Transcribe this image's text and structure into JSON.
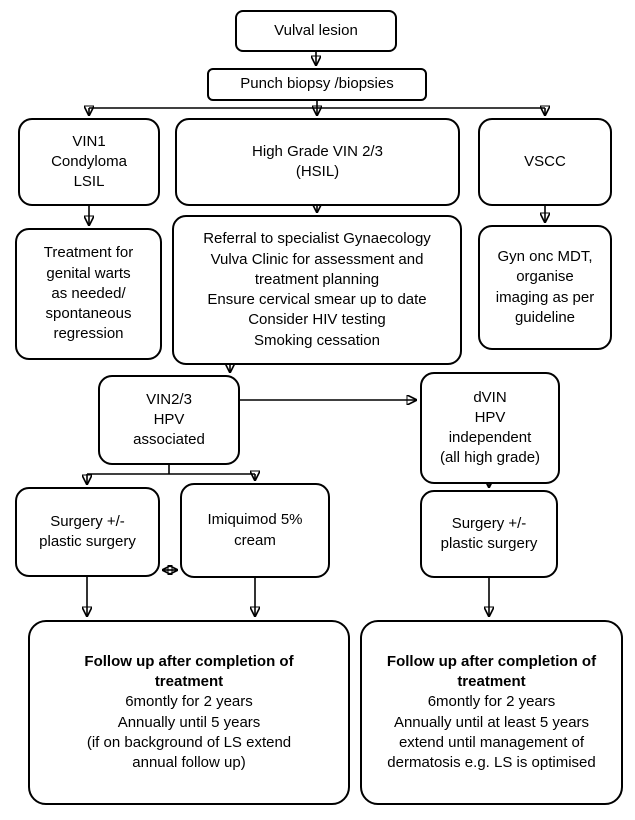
{
  "nodes": {
    "vulval_lesion": {
      "lines": [
        "Vulval lesion"
      ]
    },
    "punch_biopsy": {
      "lines": [
        "Punch biopsy /biopsies"
      ]
    },
    "vin1": {
      "lines": [
        "VIN1",
        "Condyloma",
        "LSIL"
      ]
    },
    "hsil": {
      "lines": [
        "High Grade VIN 2/3",
        "(HSIL)"
      ]
    },
    "vscc": {
      "lines": [
        "VSCC"
      ]
    },
    "warts": {
      "lines": [
        "Treatment for",
        "genital warts",
        "as needed/",
        "spontaneous",
        "regression"
      ]
    },
    "referral": {
      "lines": [
        "Referral to specialist Gynaecology",
        "Vulva Clinic for assessment and",
        "treatment planning",
        "Ensure cervical smear up to date",
        "Consider HIV testing",
        "Smoking cessation"
      ]
    },
    "gyn_onc": {
      "lines": [
        "Gyn onc MDT,",
        "organise",
        "imaging as per",
        "guideline"
      ]
    },
    "vin23_hpv": {
      "lines": [
        "VIN2/3",
        "HPV",
        "associated"
      ]
    },
    "dvin": {
      "lines": [
        "dVIN",
        "HPV",
        "independent",
        "(all high grade)"
      ]
    },
    "surgery_left": {
      "lines": [
        "Surgery +/-",
        "plastic surgery"
      ]
    },
    "imiquimod": {
      "lines": [
        "Imiquimod 5%",
        "cream"
      ]
    },
    "surgery_right": {
      "lines": [
        "Surgery +/-",
        "plastic surgery"
      ]
    },
    "followup_left": {
      "title_lines": [
        "Follow up after completion of",
        "treatment"
      ],
      "lines": [
        "6montly for 2 years",
        "Annually until 5 years",
        "(if on background of LS extend",
        "annual follow up)"
      ]
    },
    "followup_right": {
      "title_lines": [
        "Follow up after completion of",
        "treatment"
      ],
      "lines": [
        "6montly for 2 years",
        "Annually until at least 5 years",
        "extend until management of",
        "dermatosis e.g. LS is optimised"
      ]
    }
  },
  "colors": {
    "border": "#000000",
    "background": "#ffffff",
    "text": "#000000"
  }
}
